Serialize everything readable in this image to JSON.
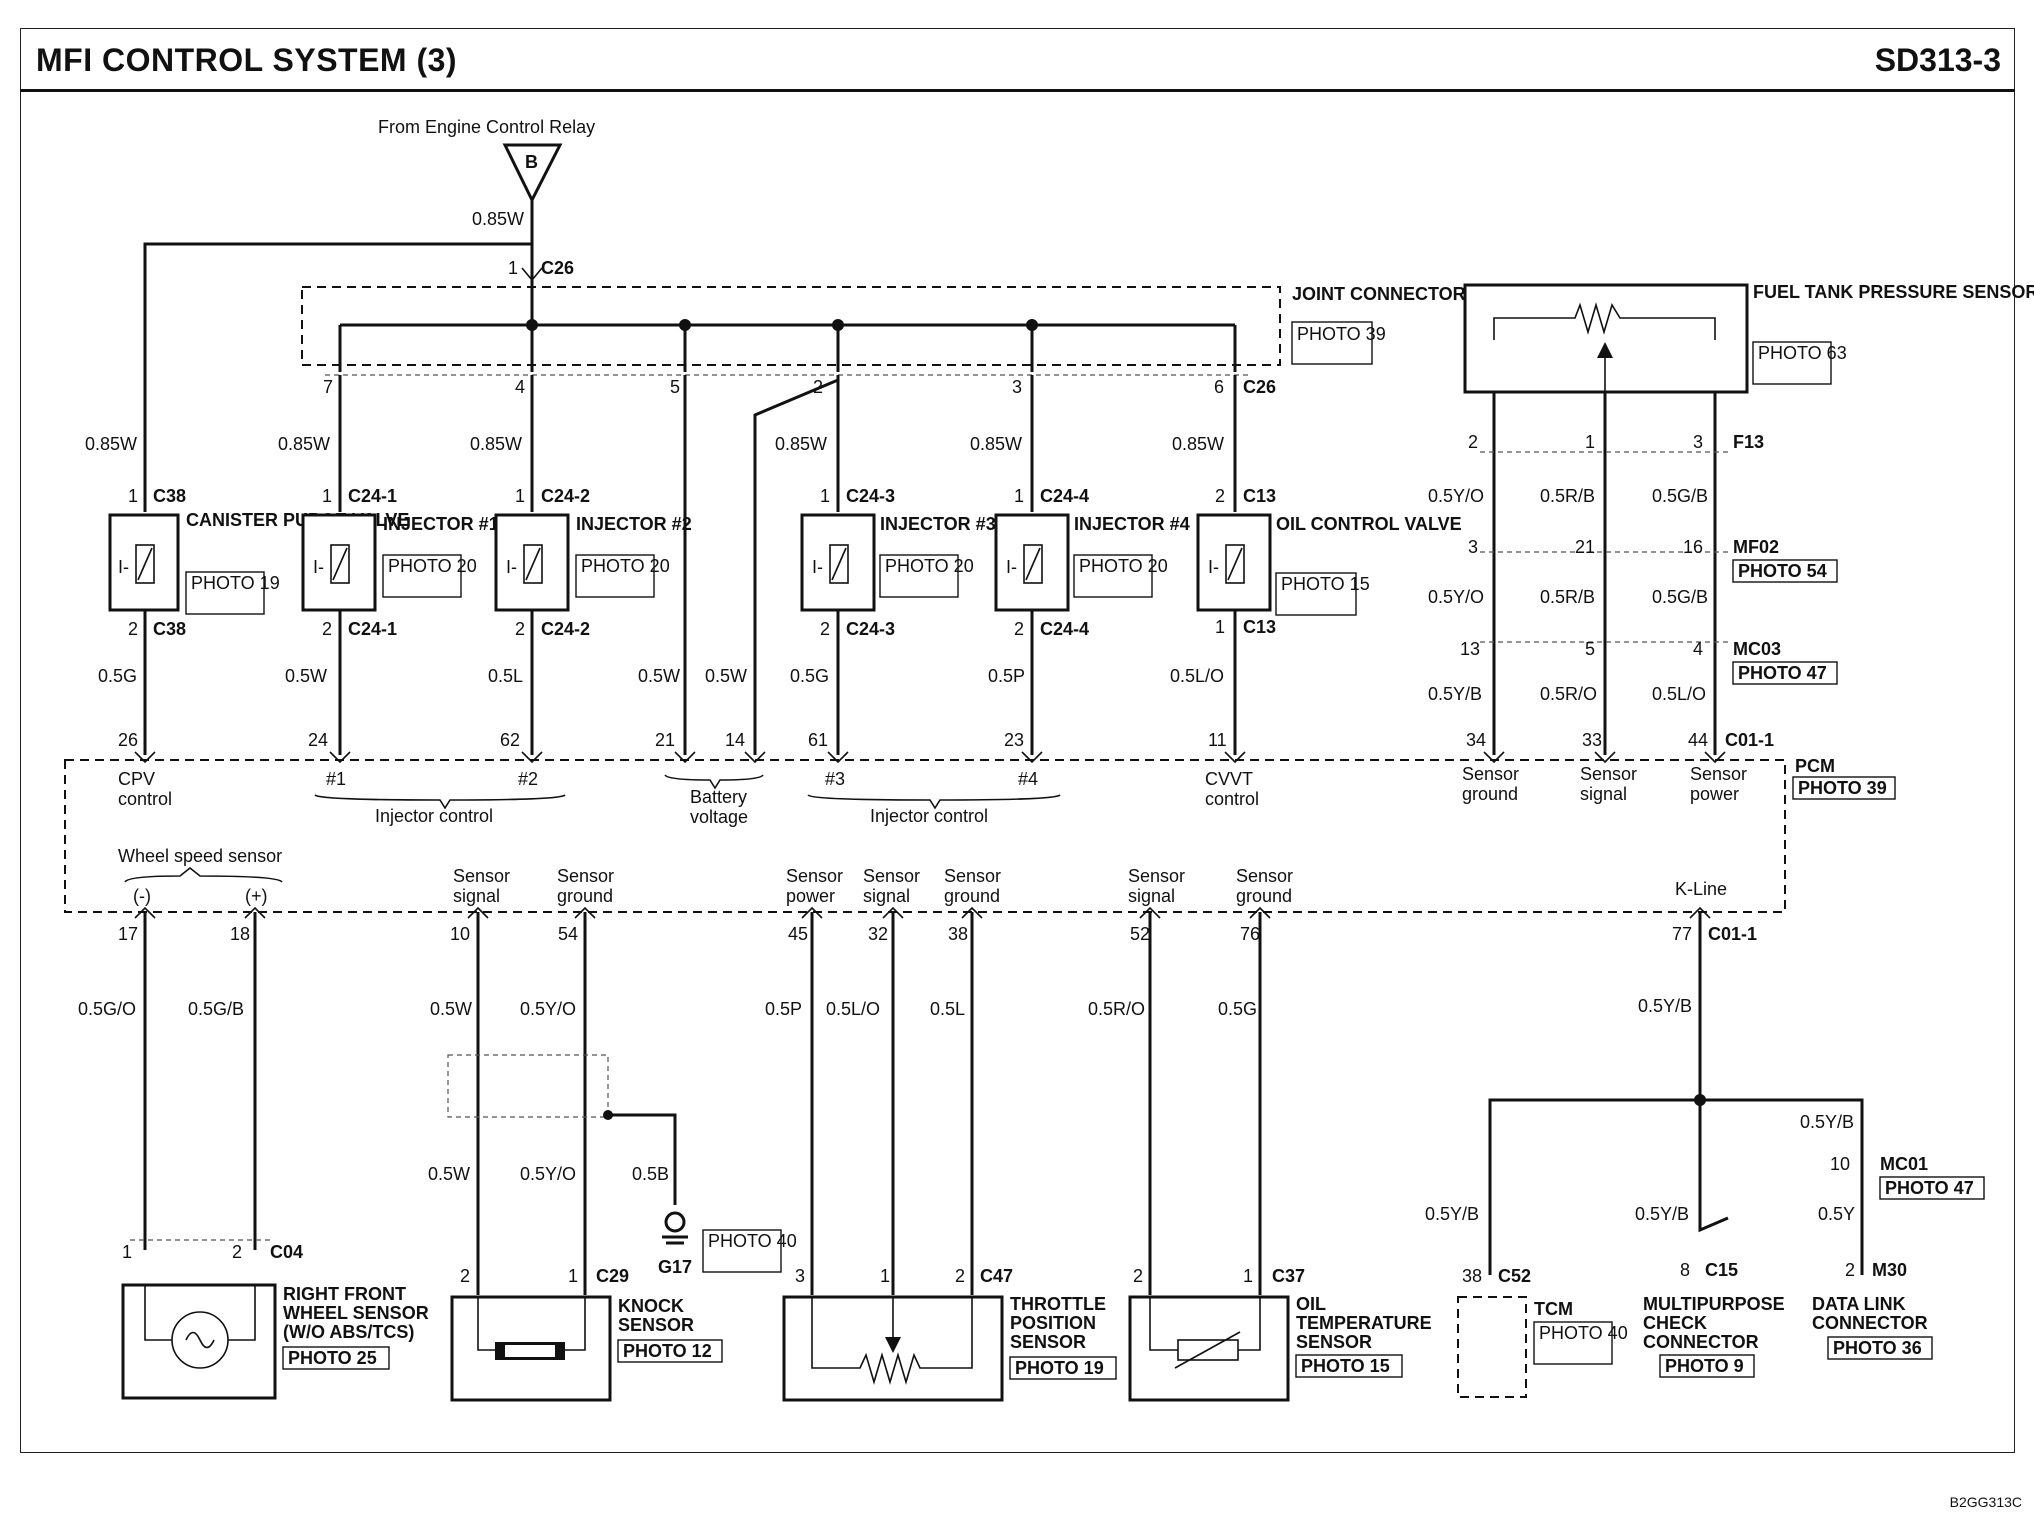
{
  "header": {
    "title": "MFI CONTROL SYSTEM (3)",
    "code": "SD313-3"
  },
  "footer": {
    "code": "B2GG313C"
  },
  "source": {
    "label": "From Engine Control Relay",
    "connector": "B",
    "wire": "0.85W",
    "pin": "1",
    "conn": "C26"
  },
  "joint": {
    "name": "JOINT CONNECTOR",
    "photo": "PHOTO 39",
    "conn": "C26"
  },
  "top_branches": [
    {
      "pin": "7",
      "wire": "0.85W"
    },
    {
      "pin": "4",
      "wire": "0.85W"
    },
    {
      "pin": "5",
      "wire": ""
    },
    {
      "pin": "2",
      "wire": "0.85W"
    },
    {
      "pin": "3",
      "wire": "0.85W"
    },
    {
      "pin": "6",
      "wire": "0.85W"
    }
  ],
  "canister": {
    "wire_in": "0.85W",
    "name": "CANISTER PURGE VALVE",
    "photo": "PHOTO 19",
    "conn": "C38",
    "pin_top": "1",
    "pin_bot": "2",
    "wire_out": "0.5G",
    "pcm_pin": "26",
    "pcm_label": "CPV control"
  },
  "injectors": [
    {
      "name": "INJECTOR #1",
      "photo": "PHOTO 20",
      "conn": "C24-1",
      "wire_out": "0.5W",
      "pcm_pin": "24",
      "pcm_label": "#1"
    },
    {
      "name": "INJECTOR #2",
      "photo": "PHOTO 20",
      "conn": "C24-2",
      "wire_out": "0.5L",
      "pcm_pin": "62",
      "pcm_label": "#2"
    },
    {
      "name": "INJECTOR #3",
      "photo": "PHOTO 20",
      "conn": "C24-3",
      "wire_out": "0.5G",
      "pcm_pin": "61",
      "pcm_label": "#3"
    },
    {
      "name": "INJECTOR #4",
      "photo": "PHOTO 20",
      "conn": "C24-4",
      "wire_out": "0.5P",
      "pcm_pin": "23",
      "pcm_label": "#4"
    }
  ],
  "battery": {
    "wires": [
      "0.5W",
      "0.5W"
    ],
    "pins": [
      "21",
      "14"
    ],
    "label": "Battery voltage"
  },
  "injector_control": "Injector control",
  "ocv": {
    "name": "OIL CONTROL VALVE",
    "photo": "PHOTO 15",
    "conn": "C13",
    "wire_out": "0.5L/O",
    "pcm_pin": "11",
    "pcm_label": "CVVT control"
  },
  "fuel_tank": {
    "name": "FUEL TANK PRESSURE SENSOR",
    "photo": "PHOTO 63",
    "f13": {
      "conn": "F13",
      "pins": [
        "2",
        "1",
        "3"
      ]
    },
    "wires1": [
      "0.5Y/O",
      "0.5R/B",
      "0.5G/B"
    ],
    "mf02": {
      "conn": "MF02",
      "photo": "PHOTO 54",
      "pins": [
        "3",
        "21",
        "16"
      ]
    },
    "wires2": [
      "0.5Y/O",
      "0.5R/B",
      "0.5G/B"
    ],
    "mc03": {
      "conn": "MC03",
      "photo": "PHOTO 47",
      "pins": [
        "13",
        "5",
        "4"
      ]
    },
    "wires3": [
      "0.5Y/B",
      "0.5R/O",
      "0.5L/O"
    ],
    "pcm_pins": [
      "34",
      "33",
      "44"
    ],
    "pcm_conn": "C01-1",
    "pcm_labels": [
      "Sensor ground",
      "Sensor signal",
      "Sensor power"
    ]
  },
  "pcm": {
    "name": "PCM",
    "photo": "PHOTO 39",
    "kline": "K-Line"
  },
  "wheel": {
    "pcm_label": "Wheel speed sensor",
    "minus": "(-)",
    "plus": "(+)",
    "pins": [
      "17",
      "18"
    ],
    "wires": [
      "0.5G/O",
      "0.5G/B"
    ],
    "conn": "C04",
    "conn_pins": [
      "1",
      "2"
    ],
    "name": "RIGHT FRONT WHEEL SENSOR (W/O ABS/TCS)",
    "photo": "PHOTO 25"
  },
  "knock": {
    "pcm_labels": [
      "Sensor signal",
      "Sensor ground"
    ],
    "pins": [
      "10",
      "54"
    ],
    "wires": [
      "0.5W",
      "0.5Y/O"
    ],
    "wires2": [
      "0.5W",
      "0.5Y/O"
    ],
    "shield_wire": "0.5B",
    "ground": "G17",
    "ground_photo": "PHOTO 40",
    "conn": "C29",
    "conn_pins": [
      "2",
      "1"
    ],
    "name": "KNOCK SENSOR",
    "photo": "PHOTO 12"
  },
  "tps": {
    "pcm_labels": [
      "Sensor power",
      "Sensor signal",
      "Sensor ground"
    ],
    "pins": [
      "45",
      "32",
      "38"
    ],
    "wires": [
      "0.5P",
      "0.5L/O",
      "0.5L"
    ],
    "conn": "C47",
    "conn_pins": [
      "3",
      "1",
      "2"
    ],
    "name": "THROTTLE POSITION SENSOR",
    "photo": "PHOTO 19"
  },
  "ots": {
    "pcm_labels": [
      "Sensor signal",
      "Sensor ground"
    ],
    "pins": [
      "52",
      "76"
    ],
    "wires": [
      "0.5R/O",
      "0.5G"
    ],
    "conn": "C37",
    "conn_pins": [
      "2",
      "1"
    ],
    "name": "OIL TEMPERATURE SENSOR",
    "photo": "PHOTO 15"
  },
  "kline": {
    "pin": "77",
    "conn": "C01-1",
    "wire": "0.5Y/B",
    "tcm": {
      "wire": "0.5Y/B",
      "pin": "38",
      "conn": "C52",
      "name": "TCM",
      "photo": "PHOTO 40"
    },
    "mpc": {
      "wire": "0.5Y/B",
      "pin": "8",
      "conn": "C15",
      "name": "MULTIPURPOSE CHECK CONNECTOR",
      "photo": "PHOTO 9"
    },
    "dlc": {
      "wire1": "0.5Y/B",
      "mc01_pin": "10",
      "mc01": "MC01",
      "mc01_photo": "PHOTO 47",
      "wire2": "0.5Y",
      "pin": "2",
      "conn": "M30",
      "name": "DATA LINK CONNECTOR",
      "photo": "PHOTO 36"
    }
  }
}
